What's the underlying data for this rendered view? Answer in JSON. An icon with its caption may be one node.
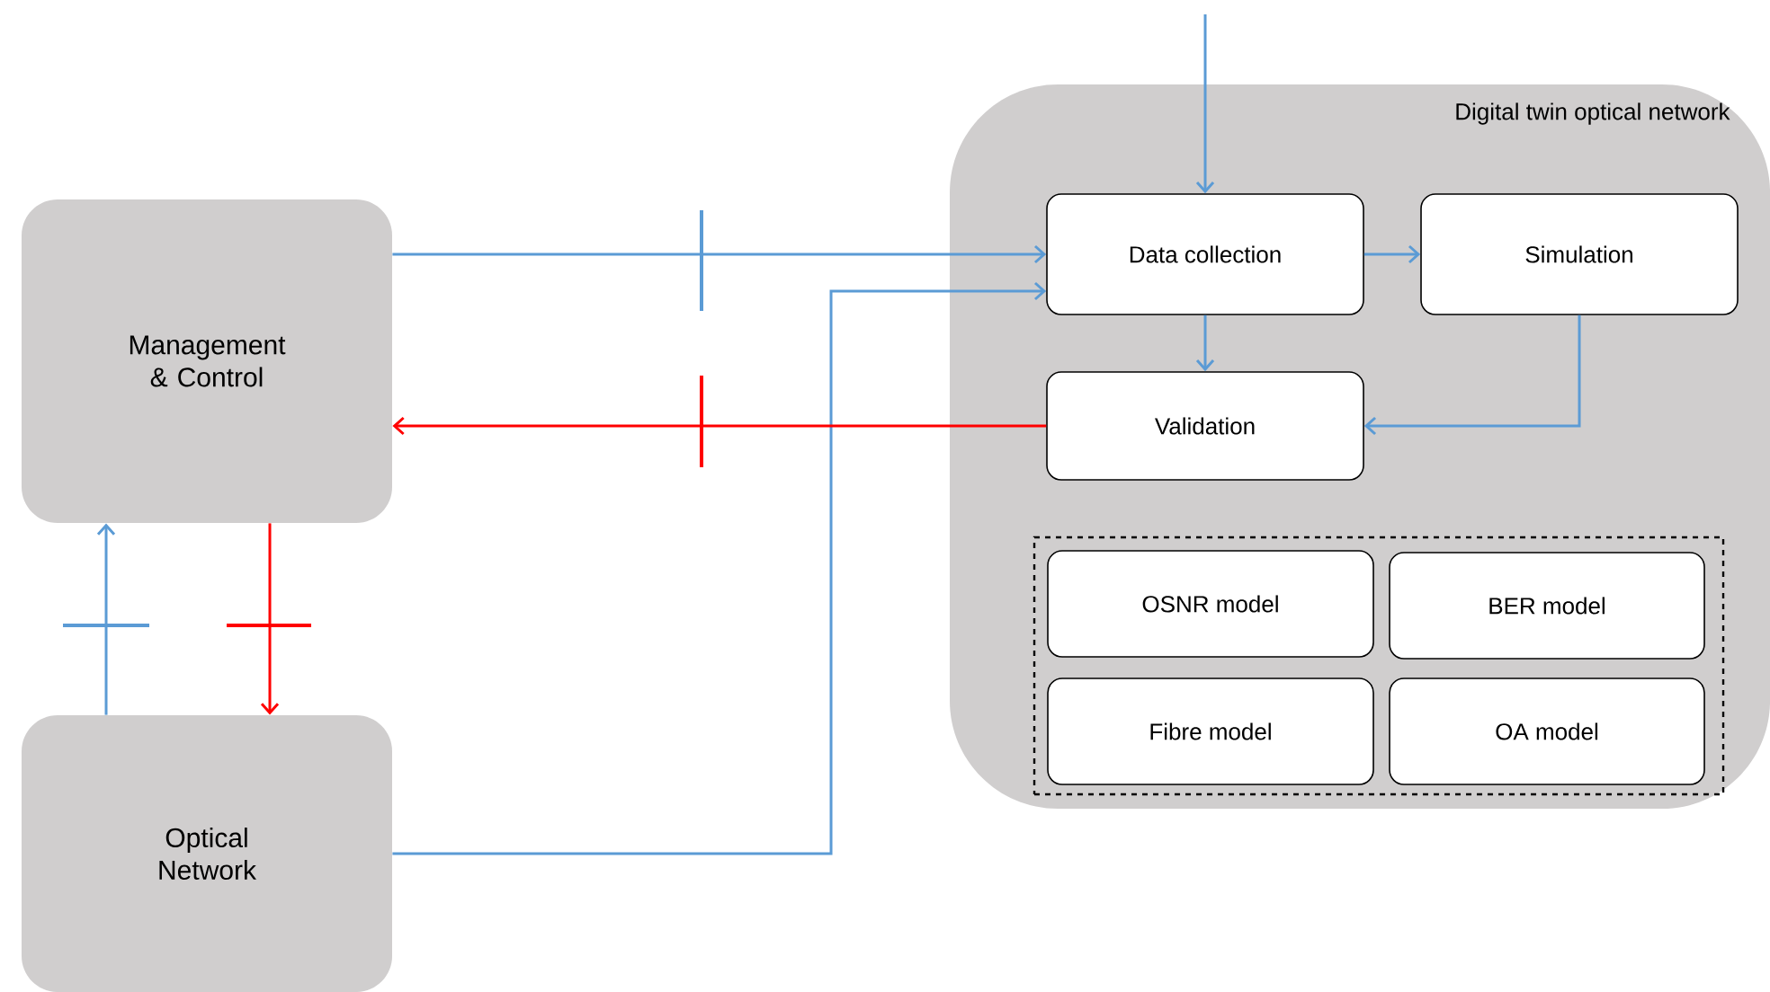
{
  "diagram": {
    "nodes": [
      {
        "text": [
          "Management & Control"
        ]
      },
      {
        "text": [
          "Optical Network"
        ]
      },
      {
        "text": [
          "Digital twin optical network"
        ]
      },
      {
        "text": [
          "Data collection"
        ],
        "in": 2
      },
      {
        "text": [
          "Simulation"
        ],
        "in": 2
      },
      {
        "text": [
          "Validation"
        ],
        "in": 2
      },
      {
        "text": [],
        "shape": "box",
        "in": 2
      },
      {
        "text": [
          "OSNR model"
        ],
        "in": 6
      },
      {
        "text": [
          "BER model"
        ],
        "in": 6
      },
      {
        "text": [
          "Fibre model"
        ],
        "in": 6
      },
      {
        "text": [
          "OA model"
        ],
        "in": 6
      }
    ],
    "edges": [
      {
        "from": 0,
        "to": 3,
        "arrow": "to"
      },
      {
        "from": 1,
        "to": 3,
        "arrow": "to"
      },
      {
        "from": null,
        "to": 3,
        "arrow": "to"
      },
      {
        "from": 3,
        "to": 4,
        "arrow": "to"
      },
      {
        "from": 3,
        "to": 5,
        "arrow": "to"
      },
      {
        "from": 4,
        "to": 5,
        "arrow": "to"
      },
      {
        "from": 5,
        "to": 0,
        "arrow": "to",
        "color": "#ff0000"
      },
      {
        "from": 1,
        "to": 0,
        "arrow": "to"
      },
      {
        "from": 0,
        "to": 1,
        "arrow": "to",
        "color": "#ff0000"
      }
    ]
  }
}
